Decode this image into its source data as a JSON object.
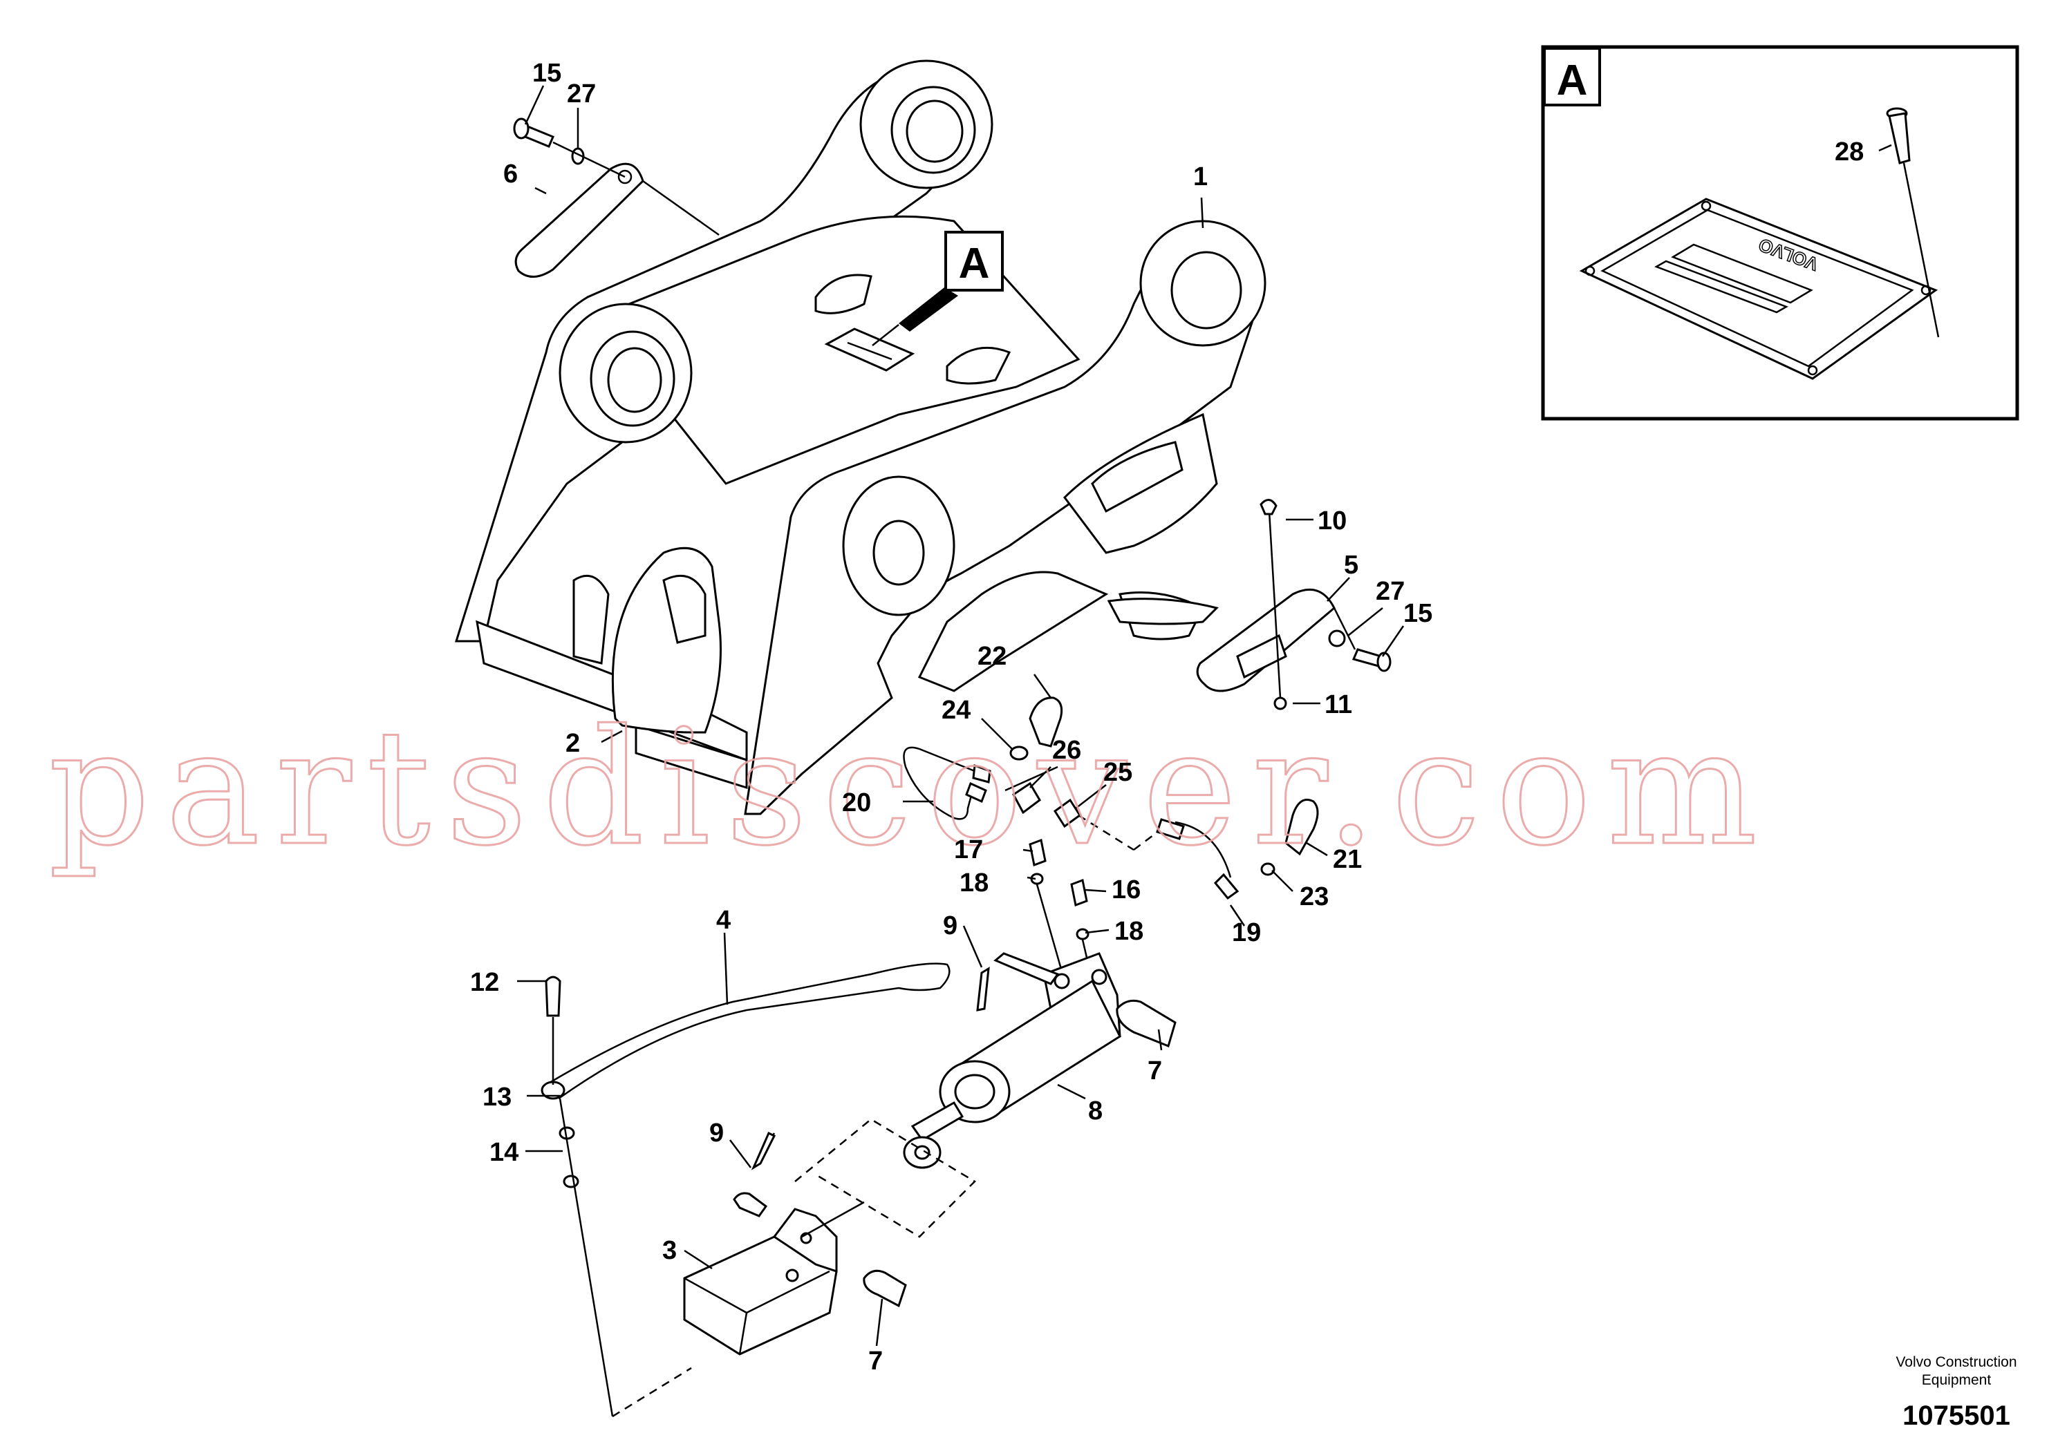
{
  "watermark": "partsdiscover.com",
  "manufacturer": {
    "line1": "Volvo Construction",
    "line2": "Equipment"
  },
  "document_number": "1075501",
  "detail_view": {
    "label": "A",
    "plate_text": "VOLVO"
  },
  "main_view_reference": "A",
  "callouts": [
    {
      "id": "c15a",
      "label": "15"
    },
    {
      "id": "c27a",
      "label": "27"
    },
    {
      "id": "c6",
      "label": "6"
    },
    {
      "id": "c1",
      "label": "1"
    },
    {
      "id": "c10",
      "label": "10"
    },
    {
      "id": "c5",
      "label": "5"
    },
    {
      "id": "c27b",
      "label": "27"
    },
    {
      "id": "c15b",
      "label": "15"
    },
    {
      "id": "c11",
      "label": "11"
    },
    {
      "id": "c22",
      "label": "22"
    },
    {
      "id": "c24",
      "label": "24"
    },
    {
      "id": "c26",
      "label": "26"
    },
    {
      "id": "c25",
      "label": "25"
    },
    {
      "id": "c20",
      "label": "20"
    },
    {
      "id": "c17",
      "label": "17"
    },
    {
      "id": "c18a",
      "label": "18"
    },
    {
      "id": "c16",
      "label": "16"
    },
    {
      "id": "c18b",
      "label": "18"
    },
    {
      "id": "c21",
      "label": "21"
    },
    {
      "id": "c23",
      "label": "23"
    },
    {
      "id": "c19",
      "label": "19"
    },
    {
      "id": "c2",
      "label": "2"
    },
    {
      "id": "c4",
      "label": "4"
    },
    {
      "id": "c9a",
      "label": "9"
    },
    {
      "id": "c12",
      "label": "12"
    },
    {
      "id": "c13",
      "label": "13"
    },
    {
      "id": "c14",
      "label": "14"
    },
    {
      "id": "c7a",
      "label": "7"
    },
    {
      "id": "c8",
      "label": "8"
    },
    {
      "id": "c9b",
      "label": "9"
    },
    {
      "id": "c3",
      "label": "3"
    },
    {
      "id": "c7b",
      "label": "7"
    },
    {
      "id": "c28",
      "label": "28"
    }
  ]
}
